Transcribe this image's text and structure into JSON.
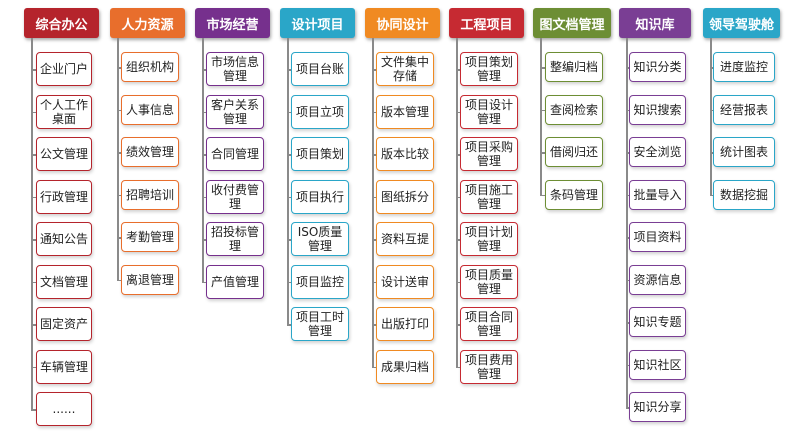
{
  "columns": [
    {
      "title": "综合办公",
      "color": "#b5242c",
      "items": [
        "企业门户",
        "个人工作\n桌面",
        "公文管理",
        "行政管理",
        "通知公告",
        "文档管理",
        "固定资产",
        "车辆管理",
        "......"
      ]
    },
    {
      "title": "人力资源",
      "color": "#e86e2c",
      "items": [
        "组织机构",
        "人事信息",
        "绩效管理",
        "招聘培训",
        "考勤管理",
        "离退管理"
      ]
    },
    {
      "title": "市场经营",
      "color": "#76308d",
      "items": [
        "市场信息\n管理",
        "客户关系\n管理",
        "合同管理",
        "收付费管\n理",
        "招投标管\n理",
        "产值管理"
      ]
    },
    {
      "title": "设计项目",
      "color": "#2aa6c8",
      "items": [
        "项目台账",
        "项目立项",
        "项目策划",
        "项目执行",
        "ISO质量\n管理",
        "项目监控",
        "项目工时\n管理"
      ]
    },
    {
      "title": "协同设计",
      "color": "#f08a22",
      "items": [
        "文件集中\n存储",
        "版本管理",
        "版本比较",
        "图纸拆分",
        "资料互提",
        "设计送审",
        "出版打印",
        "成果归档"
      ]
    },
    {
      "title": "工程项目",
      "color": "#c62a32",
      "items": [
        "项目策划\n管理",
        "项目设计\n管理",
        "项目采购\n管理",
        "项目施工\n管理",
        "项目计划\n管理",
        "项目质量\n管理",
        "项目合同\n管理",
        "项目费用\n管理"
      ]
    },
    {
      "title": "图文档管理",
      "color": "#6d8e34",
      "items": [
        "整编归档",
        "查阅检索",
        "借阅归还",
        "条码管理"
      ]
    },
    {
      "title": "知识库",
      "color": "#7a3e94",
      "items": [
        "知识分类",
        "知识搜索",
        "安全浏览",
        "批量导入",
        "项目资料",
        "资源信息",
        "知识专题",
        "知识社区",
        "知识分享"
      ]
    },
    {
      "title": "领导驾驶舱",
      "color": "#2aa6c8",
      "items": [
        "进度监控",
        "经营报表",
        "统计图表",
        "数据挖掘"
      ]
    }
  ]
}
